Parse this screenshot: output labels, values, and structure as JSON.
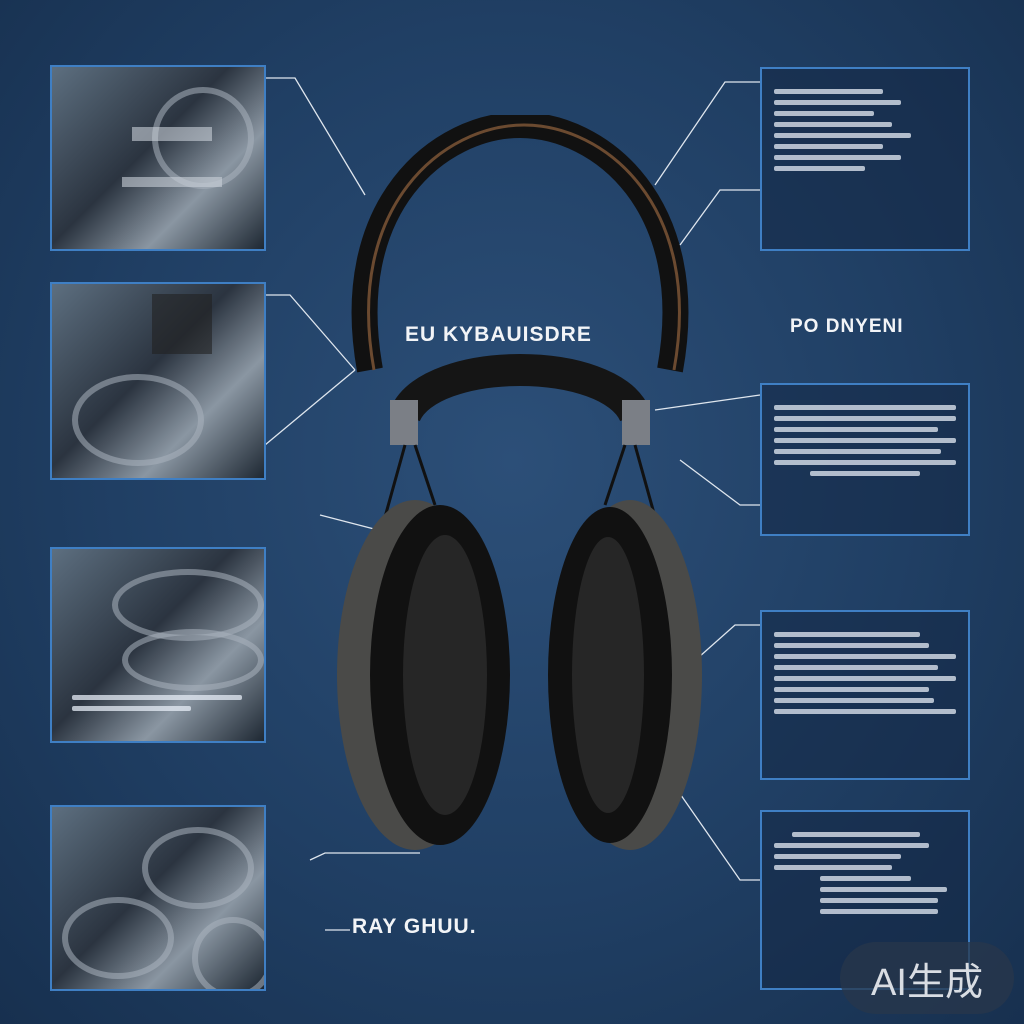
{
  "labels": {
    "top_left": "EU KYBAUISDRE",
    "top_right": "PO DNYENI",
    "bottom_left": "RAY GHUU."
  },
  "badge": "AI生成",
  "colors": {
    "background": "#203f64",
    "panel_border": "#3f7fc4",
    "headphone": "#1a1a1a"
  }
}
